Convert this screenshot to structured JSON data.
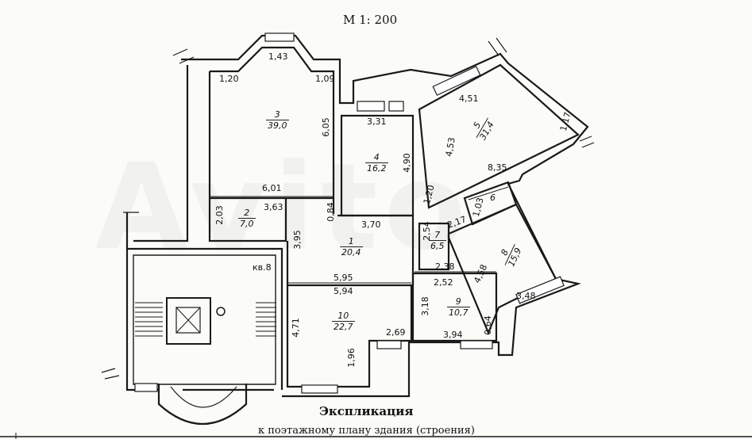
{
  "header": {
    "scale": "М 1: 200"
  },
  "footer": {
    "title": "Экспликация",
    "subtitle": "к поэтажному плану здания (строения)"
  },
  "watermark": "Avito",
  "rooms": [
    {
      "number": "1",
      "area": "20,4"
    },
    {
      "number": "2",
      "area": "7,0"
    },
    {
      "number": "3",
      "area": "39,0"
    },
    {
      "number": "4",
      "area": "16,2"
    },
    {
      "number": "5",
      "area": "31,4"
    },
    {
      "number": "6",
      "area": ""
    },
    {
      "number": "7",
      "area": "6,5"
    },
    {
      "number": "8",
      "area": "15,9"
    },
    {
      "number": "9",
      "area": "10,7"
    },
    {
      "number": "10",
      "area": "22,7"
    }
  ],
  "dimensions": {
    "d143": "1,43",
    "d120a": "1,20",
    "d109": "1,09",
    "d605": "6,05",
    "d601": "6,01",
    "d203": "2,03",
    "d363": "3,63",
    "d084": "0,84",
    "d395": "3,95",
    "d331": "3,31",
    "d490": "4,90",
    "d370": "3,70",
    "d451": "4,51",
    "d117": "1,17",
    "d453": "4,53",
    "d835": "8,35",
    "d120b": "1,20",
    "d217": "2,17",
    "d103": "1,03",
    "d254": "2,54",
    "d238": "2,38",
    "d458": "4,58",
    "d252": "2,52",
    "d348": "3,48",
    "d595": "5,95",
    "d594": "5,94",
    "d471": "4,71",
    "d318": "3,18",
    "d394": "3,94",
    "d064": "0,64",
    "d269": "2,69",
    "d196": "1,96",
    "mark": "кв.8"
  }
}
